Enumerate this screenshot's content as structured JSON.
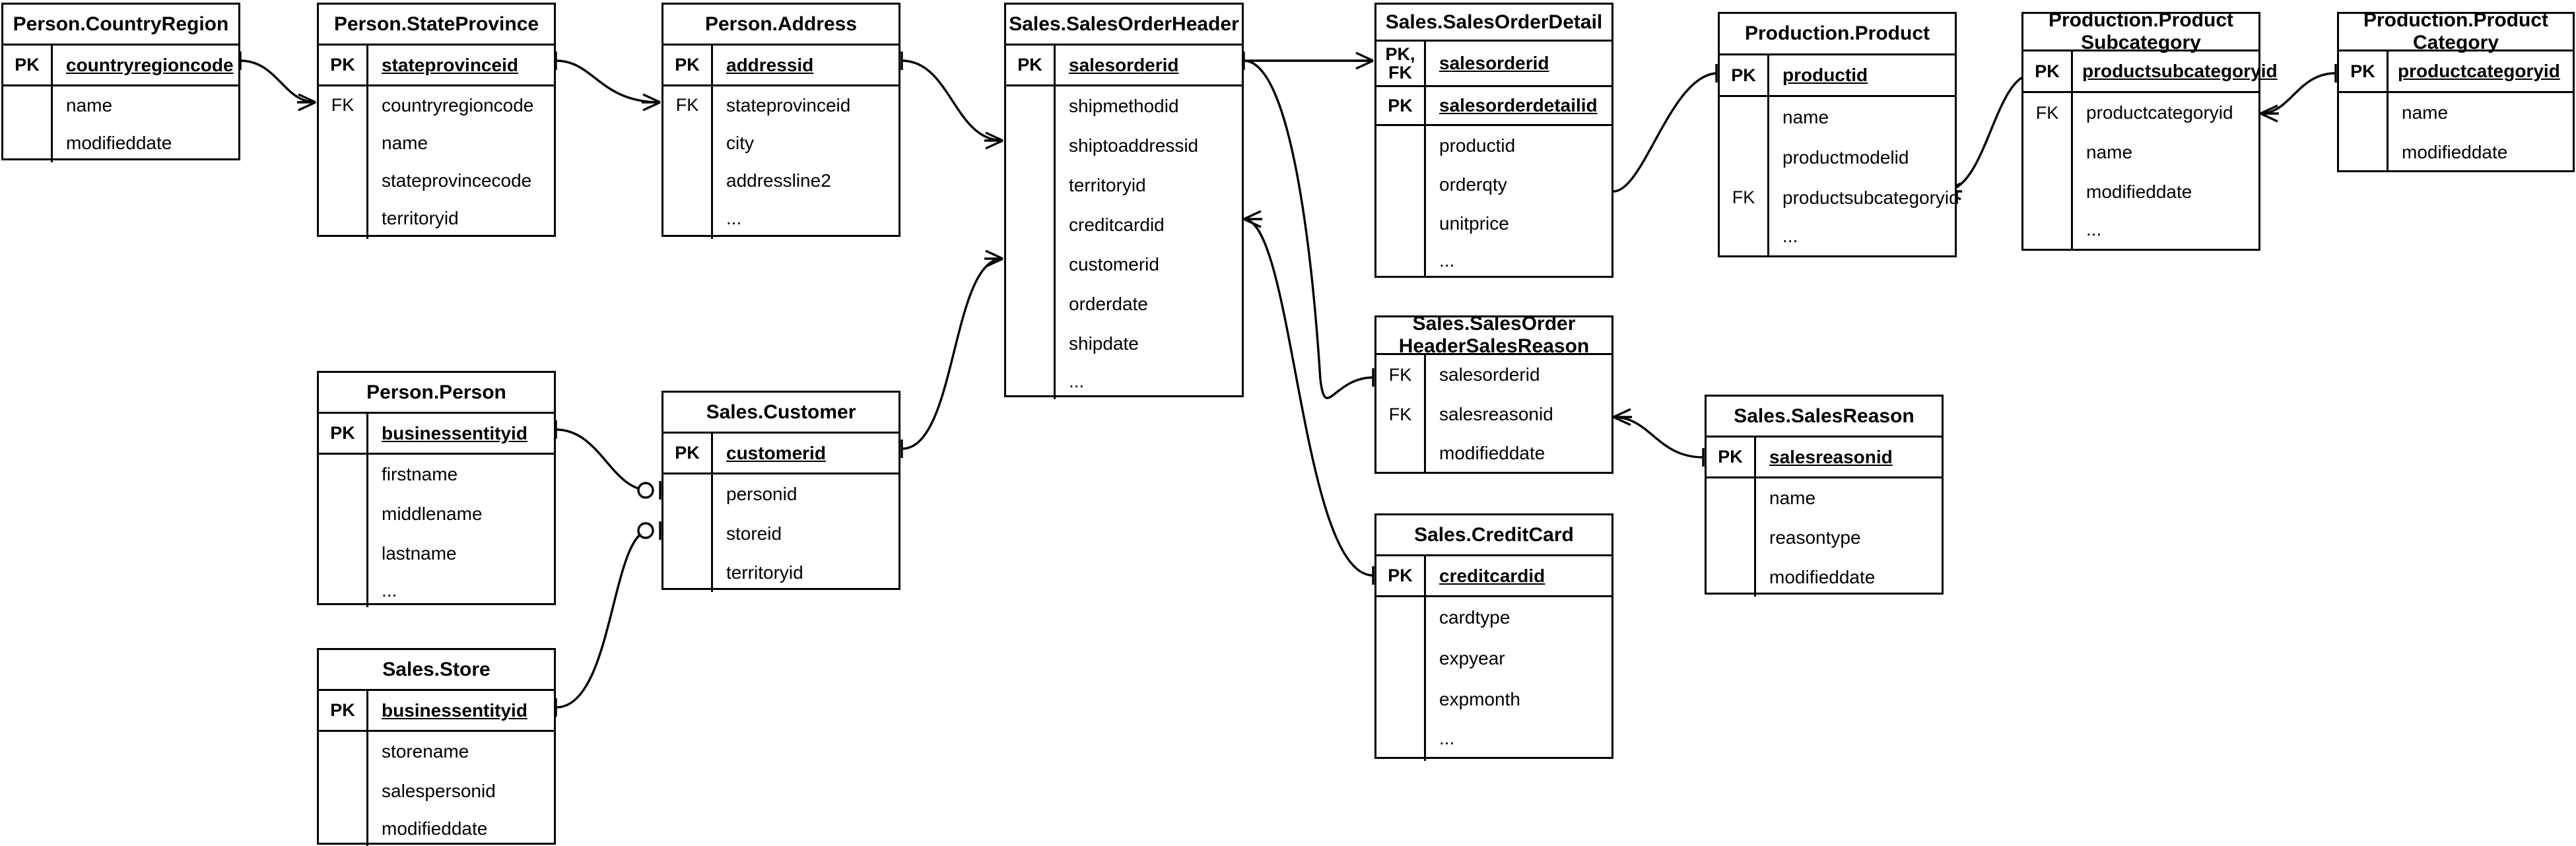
{
  "diagram": {
    "title": "AdventureWorks Sales ER Diagram",
    "type": "entity-relationship-diagram",
    "notation": "crows-foot",
    "colors": {
      "line": "#000000",
      "background": "#ffffff",
      "text": "#000000"
    },
    "ellipsis": "...",
    "key_labels": {
      "pk": "PK",
      "fk": "FK",
      "pkfk": "PK,\nFK"
    }
  },
  "entities": [
    {
      "id": "person_countryregion",
      "name": "Person.CountryRegion",
      "pk_rows": [
        {
          "key": "PK",
          "field": "countryregioncode"
        }
      ],
      "fields": [
        "name",
        "modifieddate"
      ],
      "fk_labels": []
    },
    {
      "id": "person_stateprovince",
      "name": "Person.StateProvince",
      "pk_rows": [
        {
          "key": "PK",
          "field": "stateprovinceid"
        }
      ],
      "fields": [
        "countryregioncode",
        "name",
        "stateprovincecode",
        "territoryid"
      ],
      "fk_labels": [
        "FK",
        "",
        "",
        ""
      ]
    },
    {
      "id": "person_address",
      "name": "Person.Address",
      "pk_rows": [
        {
          "key": "PK",
          "field": "addressid"
        }
      ],
      "fields": [
        "stateprovinceid",
        "city",
        "addressline2",
        "..."
      ],
      "fk_labels": [
        "FK",
        "",
        "",
        ""
      ]
    },
    {
      "id": "sales_salesorderheader",
      "name": "Sales.SalesOrderHeader",
      "pk_rows": [
        {
          "key": "PK",
          "field": "salesorderid"
        }
      ],
      "fields": [
        "shipmethodid",
        "shiptoaddressid",
        "territoryid",
        "creditcardid",
        "customerid",
        "orderdate",
        "shipdate",
        "..."
      ],
      "fk_labels": []
    },
    {
      "id": "sales_salesorderdetail",
      "name": "Sales.SalesOrderDetail",
      "pk_rows": [
        {
          "key": "PK,\nFK",
          "field": "salesorderid"
        },
        {
          "key": "PK",
          "field": "salesorderdetailid"
        }
      ],
      "fields": [
        "productid",
        "orderqty",
        "unitprice",
        "..."
      ],
      "fk_labels": []
    },
    {
      "id": "production_product",
      "name": "Production.Product",
      "pk_rows": [
        {
          "key": "PK",
          "field": "productid"
        }
      ],
      "fields": [
        "name",
        "productmodelid",
        "productsubcategoryid",
        "..."
      ],
      "fk_labels": [
        "",
        "",
        "FK",
        ""
      ]
    },
    {
      "id": "production_productsubcategory",
      "name": "Production.Product Subcategory",
      "name_lines": [
        "Production.Product",
        "Subcategory"
      ],
      "pk_rows": [
        {
          "key": "PK",
          "field": "productsubcategoryid"
        }
      ],
      "fields": [
        "productcategoryid",
        "name",
        "modifieddate",
        "..."
      ],
      "fk_labels": [
        "FK",
        "",
        "",
        ""
      ]
    },
    {
      "id": "production_productcategory",
      "name": "Production.Product Category",
      "name_lines": [
        "Production.Product",
        "Category"
      ],
      "pk_rows": [
        {
          "key": "PK",
          "field": "productcategoryid"
        }
      ],
      "fields": [
        "name",
        "modifieddate"
      ],
      "fk_labels": []
    },
    {
      "id": "person_person",
      "name": "Person.Person",
      "pk_rows": [
        {
          "key": "PK",
          "field": "businessentityid"
        }
      ],
      "fields": [
        "firstname",
        "middlename",
        "lastname",
        "..."
      ],
      "fk_labels": []
    },
    {
      "id": "sales_customer",
      "name": "Sales.Customer",
      "pk_rows": [
        {
          "key": "PK",
          "field": "customerid"
        }
      ],
      "fields": [
        "personid",
        "storeid",
        "territoryid"
      ],
      "fk_labels": []
    },
    {
      "id": "sales_store",
      "name": "Sales.Store",
      "pk_rows": [
        {
          "key": "PK",
          "field": "businessentityid"
        }
      ],
      "fields": [
        "storename",
        "salespersonid",
        "modifieddate"
      ],
      "fk_labels": []
    },
    {
      "id": "sales_salesorderheadersalesreason",
      "name": "Sales.SalesOrder HeaderSalesReason",
      "name_lines": [
        "Sales.SalesOrder",
        "HeaderSalesReason"
      ],
      "pk_rows": [],
      "fields": [
        "salesorderid",
        "salesreasonid",
        "modifieddate"
      ],
      "fk_labels": [
        "FK",
        "FK",
        ""
      ]
    },
    {
      "id": "sales_salesreason",
      "name": "Sales.SalesReason",
      "pk_rows": [
        {
          "key": "PK",
          "field": "salesreasonid"
        }
      ],
      "fields": [
        "name",
        "reasontype",
        "modifieddate"
      ],
      "fk_labels": []
    },
    {
      "id": "sales_creditcard",
      "name": "Sales.CreditCard",
      "pk_rows": [
        {
          "key": "PK",
          "field": "creditcardid"
        }
      ],
      "fields": [
        "cardtype",
        "expyear",
        "expmonth",
        "..."
      ],
      "fk_labels": []
    }
  ],
  "relationships": [
    {
      "id": "rel-countryregion-stateprovince",
      "from": "person_countryregion.countryregioncode",
      "to": "person_stateprovince.countryregioncode",
      "from_card": "one",
      "to_card": "many"
    },
    {
      "id": "rel-stateprovince-address",
      "from": "person_stateprovince.stateprovinceid",
      "to": "person_address.stateprovinceid",
      "from_card": "one",
      "to_card": "many"
    },
    {
      "id": "rel-address-salesorderheader",
      "from": "person_address.addressid",
      "to": "sales_salesorderheader.shiptoaddressid",
      "from_card": "one",
      "to_card": "many"
    },
    {
      "id": "rel-customer-salesorderheader",
      "from": "sales_customer.customerid",
      "to": "sales_salesorderheader.customerid",
      "from_card": "one",
      "to_card": "many"
    },
    {
      "id": "rel-person-customer",
      "from": "person_person.businessentityid",
      "to": "sales_customer.personid",
      "from_card": "one",
      "to_card": "zero-or-one"
    },
    {
      "id": "rel-store-customer",
      "from": "sales_store.businessentityid",
      "to": "sales_customer.storeid",
      "from_card": "one",
      "to_card": "zero-or-one"
    },
    {
      "id": "rel-salesorderheader-salesorderdetail",
      "from": "sales_salesorderheader.salesorderid",
      "to": "sales_salesorderdetail.salesorderid",
      "from_card": "one",
      "to_card": "many"
    },
    {
      "id": "rel-salesorderheader-salesreasonlink",
      "from": "sales_salesorderheader.salesorderid",
      "to": "sales_salesorderheadersalesreason.salesorderid",
      "from_card": "one",
      "to_card": "one"
    },
    {
      "id": "rel-salesorderheader-creditcard",
      "from": "sales_salesorderheader.creditcardid",
      "to": "sales_creditcard.creditcardid",
      "from_card": "many",
      "to_card": "one"
    },
    {
      "id": "rel-salesorderdetail-product",
      "from": "sales_salesorderdetail.productid",
      "to": "production_product.productid",
      "from_card": "many",
      "to_card": "one"
    },
    {
      "id": "rel-product-productsubcategory",
      "from": "production_product.productsubcategoryid",
      "to": "production_productsubcategory.productsubcategoryid",
      "from_card": "many",
      "to_card": "one"
    },
    {
      "id": "rel-productsubcategory-productcategory",
      "from": "production_productsubcategory.productcategoryid",
      "to": "production_productcategory.productcategoryid",
      "from_card": "many",
      "to_card": "one"
    },
    {
      "id": "rel-salesreasonlink-salesreason",
      "from": "sales_salesorderheadersalesreason.salesreasonid",
      "to": "sales_salesreason.salesreasonid",
      "from_card": "many",
      "to_card": "one"
    }
  ]
}
